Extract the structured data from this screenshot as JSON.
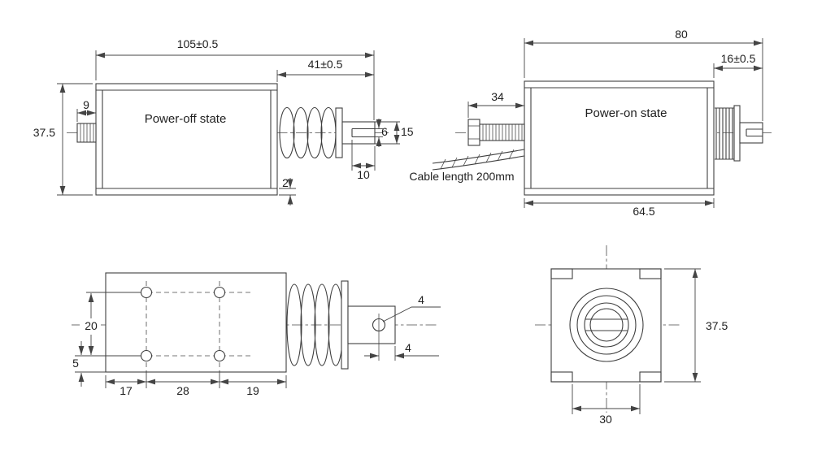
{
  "power_off_view": {
    "state_label": "Power-off state",
    "dim_overall_length": "105±0.5",
    "dim_stroke_length": "41±0.5",
    "dim_stud_length": "9",
    "dim_body_height": "37.5",
    "dim_slot_width": "6",
    "dim_plunger_diameter": "15",
    "dim_slot_length": "10",
    "dim_plate_thickness": "2"
  },
  "power_on_view": {
    "state_label": "Power-on state",
    "cable_note": "Cable length 200mm",
    "dim_overall_length": "80",
    "dim_tip_length": "16±0.5",
    "dim_shaft_length": "34",
    "dim_body_length": "64.5"
  },
  "bottom_view": {
    "dim_hole_row_spacing": "20",
    "dim_edge_offset": "5",
    "dim_hole_x1": "17",
    "dim_hole_x2": "28",
    "dim_hole_x3": "19",
    "dim_hole_diameter": "4",
    "dim_hole_to_tip": "4"
  },
  "front_view": {
    "dim_height": "37.5",
    "dim_width": "30"
  },
  "colors": {
    "line": "#3f3f3f",
    "text": "#1f1f1f",
    "background": "#ffffff"
  }
}
